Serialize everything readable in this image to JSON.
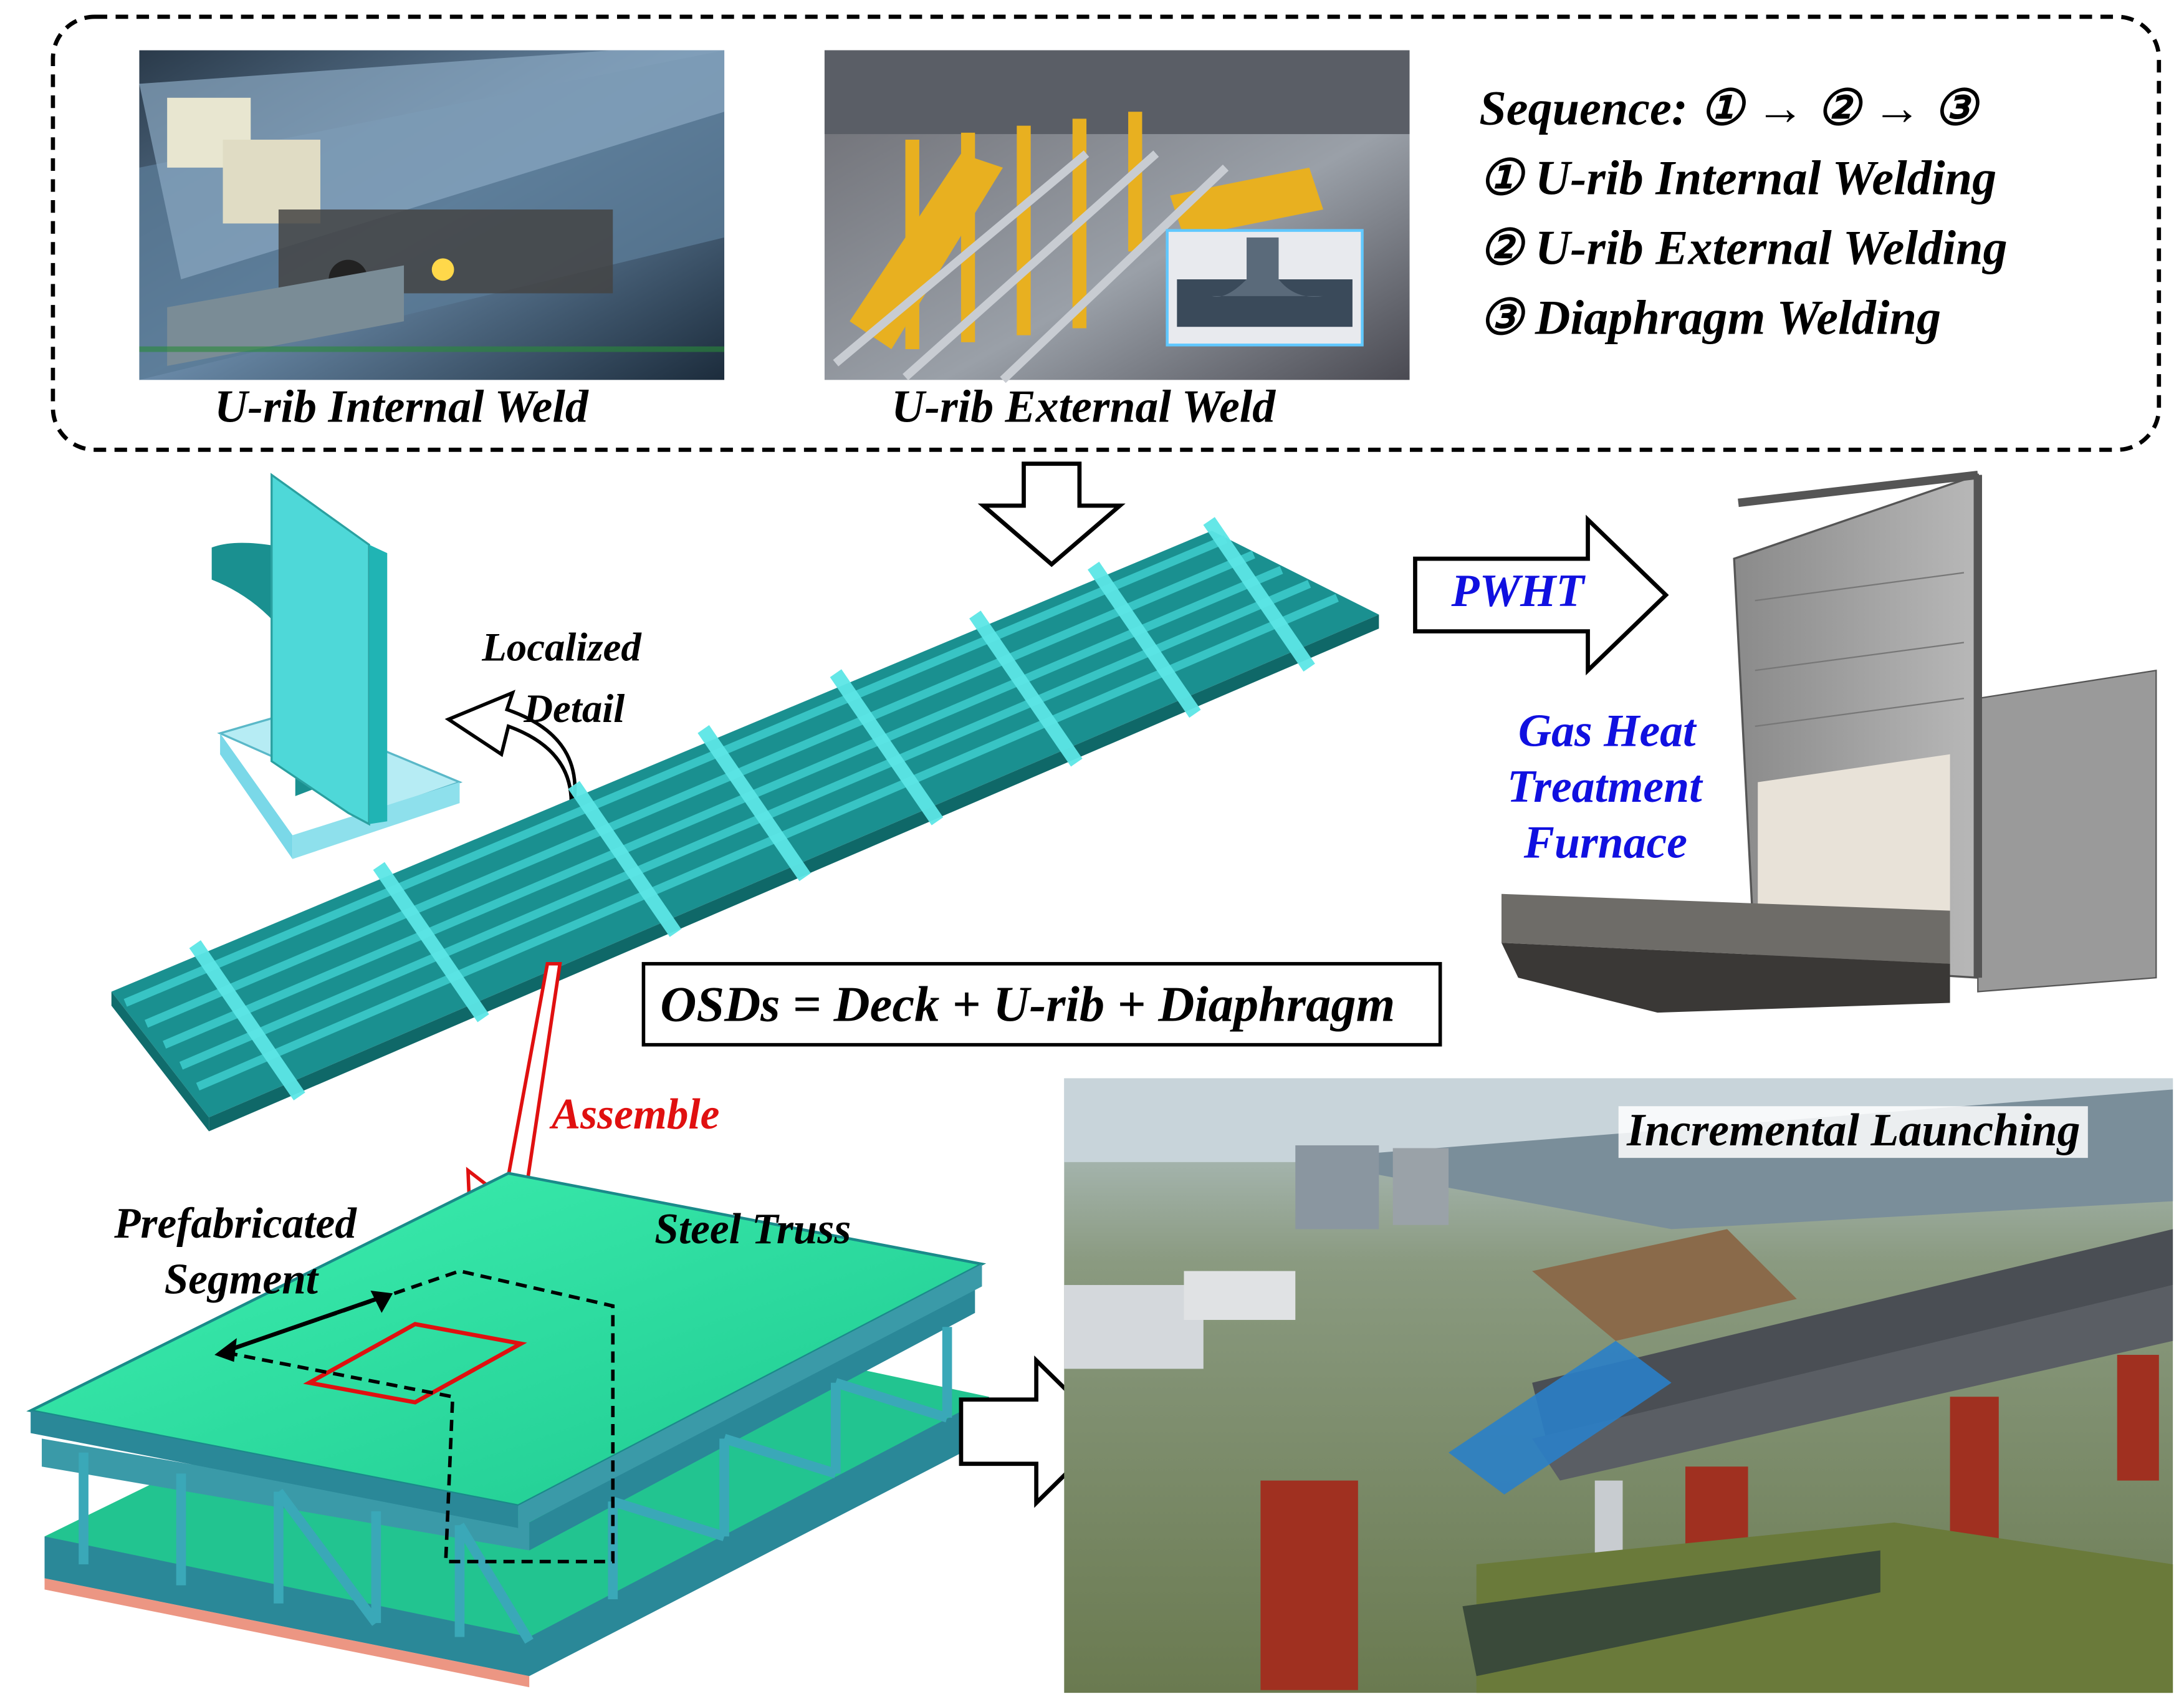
{
  "top_panel": {
    "internal_weld_caption": "U-rib Internal Weld",
    "external_weld_caption": "U-rib External Weld",
    "sequence_title": "Sequence: ① → ② → ③",
    "steps": [
      "① U-rib Internal Welding",
      "② U-rib External Welding",
      "③ Diaphragm Welding"
    ]
  },
  "middle_panel": {
    "localized_detail": [
      "Localized",
      "Detail"
    ],
    "pwht_label": "PWHT",
    "furnace_label": [
      "Gas Heat",
      "Treatment",
      "Furnace"
    ],
    "osd_equation": "OSDs = Deck + U-rib + Diaphragm"
  },
  "bottom_panel": {
    "assemble_label": "Assemble",
    "segment_label": [
      "Prefabricated",
      "Segment"
    ],
    "truss_label": "Steel Truss",
    "launching_label": "Incremental Launching"
  },
  "colors": {
    "deck": "#1a8f8f",
    "rib_highlight": "#5ce6e6",
    "truss_deck": "#2ee6a0",
    "assemble_red": "#e01010",
    "pwht_blue": "#1010e0"
  }
}
